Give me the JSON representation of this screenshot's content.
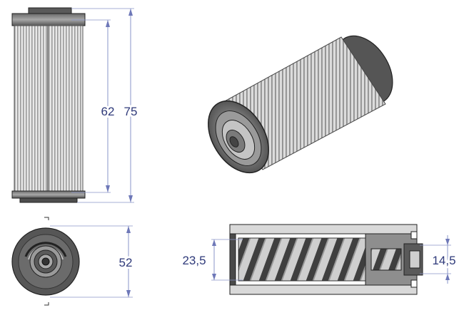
{
  "colors": {
    "dimension_line": "#8a94c8",
    "dimension_text": "#2f3a7a",
    "body_dark": "#4a4a4a",
    "body_mid": "#8c8c8c",
    "body_light": "#d9d9d9",
    "outline": "#222222"
  },
  "dimensions": {
    "inner_height": "62",
    "overall_height": "75",
    "diameter": "52",
    "bore": "23,5",
    "outlet": "14,5"
  }
}
